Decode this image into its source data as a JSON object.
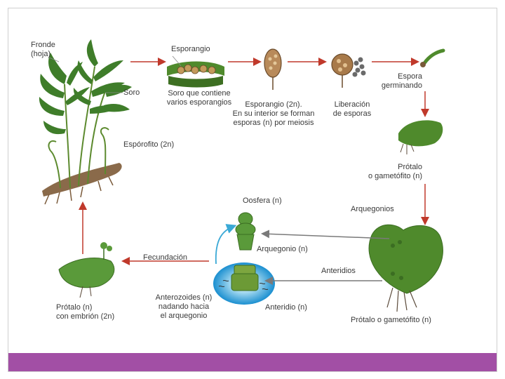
{
  "labels": {
    "fronde": "Fronde\n(hoja)",
    "soro": "Soro",
    "esporofito": "Espórofito (2n)",
    "esporangio_title": "Esporangio",
    "soro_contiene": "Soro que contiene\nvarios esporangios",
    "esporangio_desc": "Esporangio (2n).\nEn su interior se forman\nesporas (n) por meiosis",
    "liberacion": "Liberación\nde esporas",
    "espora_germinando": "Espora\ngerminando",
    "protalo_gametofito": "Prótalo\no gametófito (n)",
    "arquegonios": "Arquegonios",
    "oosfera": "Oosfera (n)",
    "arquegonio": "Arquegonio (n)",
    "fecundacion": "Fecundación",
    "anteridios": "Anteridios",
    "anterozoides": "Anterozoides (n)\nnadando hacia\nel arquegonio",
    "anteridio": "Anteridio (n)",
    "protalo_gametofito_bottom": "Prótalo o gametófito (n)",
    "protalo_embrion": "Prótalo (n)\ncon embrión (2n)"
  },
  "colors": {
    "accent_bar": "#a24fa5",
    "arrow_red": "#c0392b",
    "arrow_gray": "#7a7a7a",
    "arrow_blue": "#3aa9d6",
    "plant_green": "#5a9a3a",
    "rhizome_brown": "#8a6a4a"
  }
}
